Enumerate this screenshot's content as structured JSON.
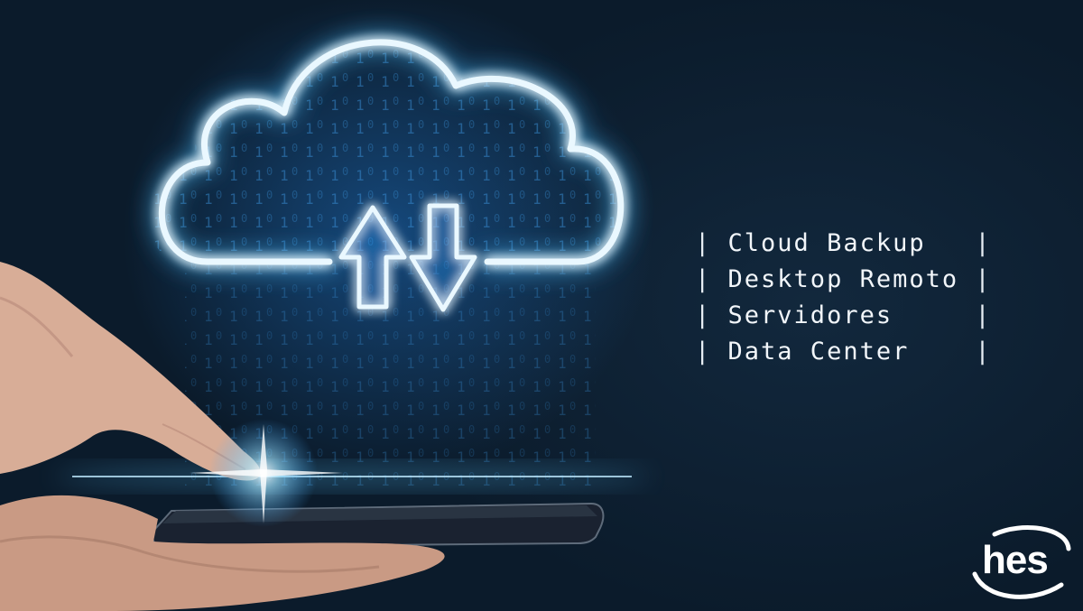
{
  "services": {
    "items": [
      {
        "label": "Cloud Backup"
      },
      {
        "label": "Desktop Remoto"
      },
      {
        "label": "Servidores"
      },
      {
        "label": "Data Center"
      }
    ],
    "separator": "|"
  },
  "logo": {
    "text": "hes"
  },
  "colors": {
    "background": "#0b1a2a",
    "glow": "#4fc3ff",
    "text": "#f2f6fa"
  },
  "icons": [
    "cloud-icon",
    "upload-arrow-icon",
    "download-arrow-icon",
    "smartphone-icon",
    "hand-icon"
  ]
}
